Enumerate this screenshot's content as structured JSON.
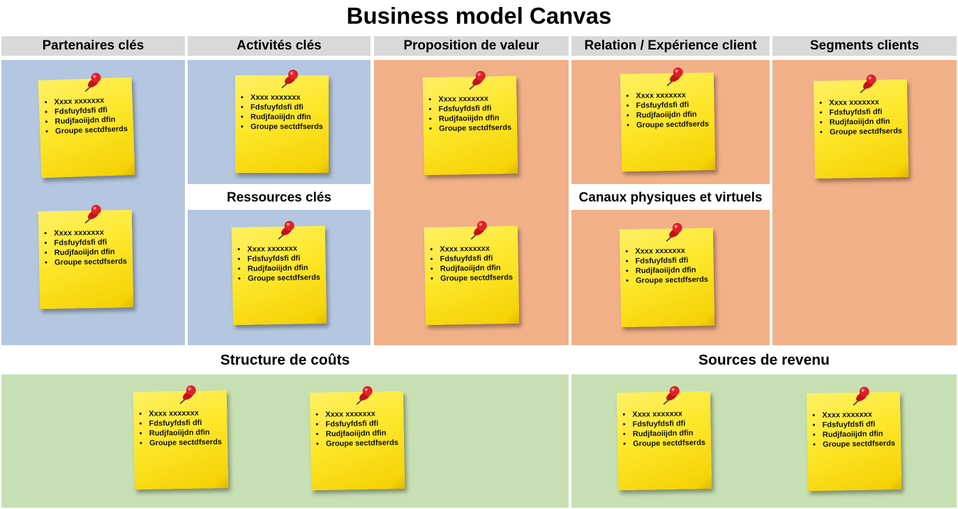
{
  "title": "Business model Canvas",
  "headers": {
    "partenaires": "Partenaires clés",
    "activites": "Activités clés",
    "proposition": "Proposition de valeur",
    "relation": "Relation / Expérience client",
    "segments": "Segments clients",
    "ressources": "Ressources clés",
    "canaux": "Canaux physiques et virtuels",
    "couts": "Structure de coûts",
    "revenu": "Sources de revenu"
  },
  "note_items": [
    "Xxxx xxxxxxx",
    "Fdsfuyfdsfi dfi",
    "Rudjfaoiijdn dfin",
    "Groupe sectdfserds"
  ],
  "colors": {
    "header_gray": "#d9d9d9",
    "zone_blue": "#b4c6e0",
    "zone_orange": "#f2b088",
    "zone_green": "#c6dfb3",
    "note_yellow": "#fde72a",
    "pin_red": "#e0202a"
  },
  "icons": {
    "pin": "push-pin-icon"
  }
}
